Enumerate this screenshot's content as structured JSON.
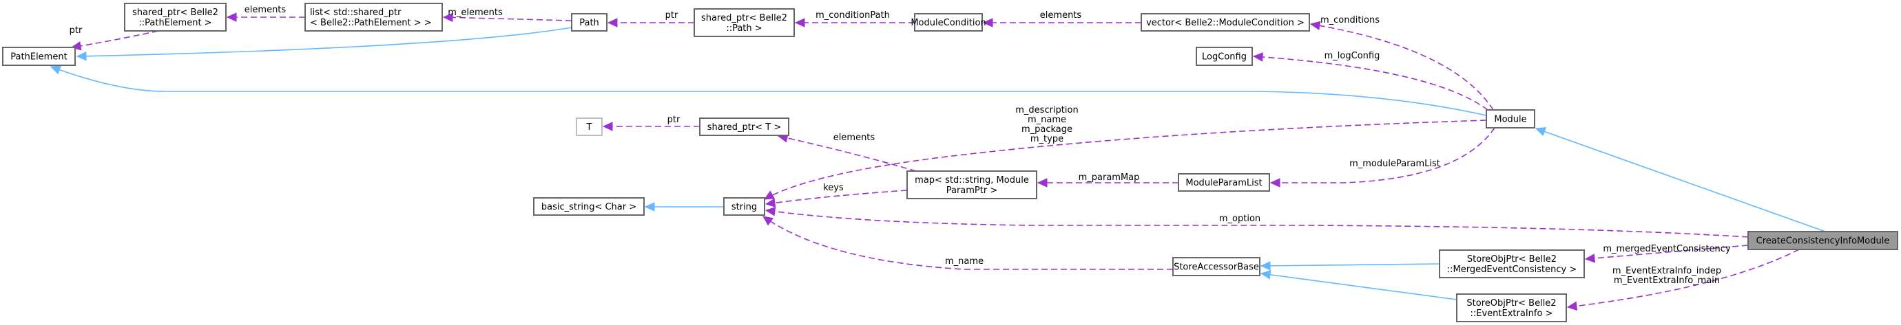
{
  "title": "CreateConsistencyInfoModule collaboration diagram",
  "colors": {
    "inheritance_edge": "#63b8ff",
    "member_edge": "#9a32cd",
    "node_border": "#666666",
    "root_fill": "#999999",
    "external_border": "#bfbfbf"
  },
  "nodes": [
    {
      "id": "sp_pathelement",
      "lines": [
        "shared_ptr< Belle2",
        "::PathElement >"
      ],
      "kind": "normal"
    },
    {
      "id": "list_pathelement",
      "lines": [
        "list< std::shared_ptr",
        "< Belle2::PathElement > >"
      ],
      "kind": "normal",
      "align": "left"
    },
    {
      "id": "path",
      "lines": [
        "Path"
      ],
      "kind": "normal"
    },
    {
      "id": "sp_path",
      "lines": [
        "shared_ptr< Belle2",
        "::Path >"
      ],
      "kind": "normal"
    },
    {
      "id": "modulecondition",
      "lines": [
        "ModuleCondition"
      ],
      "kind": "normal"
    },
    {
      "id": "vector_modulecondition",
      "lines": [
        "vector< Belle2::ModuleCondition >"
      ],
      "kind": "normal"
    },
    {
      "id": "pathelement",
      "lines": [
        "PathElement"
      ],
      "kind": "normal"
    },
    {
      "id": "logconfig",
      "lines": [
        "LogConfig"
      ],
      "kind": "normal"
    },
    {
      "id": "t",
      "lines": [
        "T"
      ],
      "kind": "external"
    },
    {
      "id": "sp_t",
      "lines": [
        "shared_ptr< T >"
      ],
      "kind": "normal"
    },
    {
      "id": "module",
      "lines": [
        "Module"
      ],
      "kind": "normal"
    },
    {
      "id": "map_param",
      "lines": [
        "map< std::string, Module",
        "ParamPtr >"
      ],
      "kind": "normal"
    },
    {
      "id": "moduleparamlist",
      "lines": [
        "ModuleParamList"
      ],
      "kind": "normal"
    },
    {
      "id": "basic_string",
      "lines": [
        "basic_string< Char >"
      ],
      "kind": "normal"
    },
    {
      "id": "string",
      "lines": [
        "string"
      ],
      "kind": "normal"
    },
    {
      "id": "createconsistency",
      "lines": [
        "CreateConsistencyInfoModule"
      ],
      "kind": "root"
    },
    {
      "id": "storeobjptr_merged",
      "lines": [
        "StoreObjPtr< Belle2",
        "::MergedEventConsistency >"
      ],
      "kind": "normal"
    },
    {
      "id": "storeaccessorbase",
      "lines": [
        "StoreAccessorBase"
      ],
      "kind": "normal"
    },
    {
      "id": "storeobjptr_extra",
      "lines": [
        "StoreObjPtr< Belle2",
        "::EventExtraInfo >"
      ],
      "kind": "normal"
    }
  ],
  "edges": [
    {
      "from": "sp_pathelement",
      "to": "pathelement",
      "type": "member",
      "label": [
        "ptr"
      ]
    },
    {
      "from": "list_pathelement",
      "to": "sp_pathelement",
      "type": "member",
      "label": [
        "elements"
      ]
    },
    {
      "from": "path",
      "to": "list_pathelement",
      "type": "member",
      "label": [
        "m_elements"
      ]
    },
    {
      "from": "path",
      "to": "pathelement",
      "type": "inherit",
      "label": []
    },
    {
      "from": "sp_path",
      "to": "path",
      "type": "member",
      "label": [
        "ptr"
      ]
    },
    {
      "from": "modulecondition",
      "to": "sp_path",
      "type": "member",
      "label": [
        "m_conditionPath"
      ]
    },
    {
      "from": "vector_modulecondition",
      "to": "modulecondition",
      "type": "member",
      "label": [
        "elements"
      ]
    },
    {
      "from": "module",
      "to": "vector_modulecondition",
      "type": "member",
      "label": [
        "m_conditions"
      ]
    },
    {
      "from": "module",
      "to": "logconfig",
      "type": "member",
      "label": [
        "m_logConfig"
      ]
    },
    {
      "from": "module",
      "to": "pathelement",
      "type": "inherit",
      "label": []
    },
    {
      "from": "sp_t",
      "to": "t",
      "type": "member",
      "label": [
        "ptr"
      ]
    },
    {
      "from": "map_param",
      "to": "sp_t",
      "type": "member",
      "label": [
        "elements"
      ]
    },
    {
      "from": "module",
      "to": "string",
      "type": "member",
      "label": [
        "m_description",
        "m_name",
        "m_package",
        "m_type"
      ]
    },
    {
      "from": "map_param",
      "to": "string",
      "type": "member",
      "label": [
        "keys"
      ]
    },
    {
      "from": "moduleparamlist",
      "to": "map_param",
      "type": "member",
      "label": [
        "m_paramMap"
      ]
    },
    {
      "from": "module",
      "to": "moduleparamlist",
      "type": "member",
      "label": [
        "m_moduleParamList"
      ]
    },
    {
      "from": "string",
      "to": "basic_string",
      "type": "inherit",
      "label": []
    },
    {
      "from": "createconsistency",
      "to": "string",
      "type": "member",
      "label": [
        "m_option"
      ]
    },
    {
      "from": "createconsistency",
      "to": "module",
      "type": "inherit",
      "label": []
    },
    {
      "from": "storeaccessorbase",
      "to": "string",
      "type": "member",
      "label": [
        "m_name"
      ]
    },
    {
      "from": "storeobjptr_merged",
      "to": "storeaccessorbase",
      "type": "inherit",
      "label": []
    },
    {
      "from": "storeobjptr_extra",
      "to": "storeaccessorbase",
      "type": "inherit",
      "label": []
    },
    {
      "from": "createconsistency",
      "to": "storeobjptr_merged",
      "type": "member",
      "label": [
        "m_mergedEventConsistency"
      ]
    },
    {
      "from": "createconsistency",
      "to": "storeobjptr_extra",
      "type": "member",
      "label": [
        "m_EventExtraInfo_indep",
        "m_EventExtraInfo_main"
      ]
    }
  ]
}
